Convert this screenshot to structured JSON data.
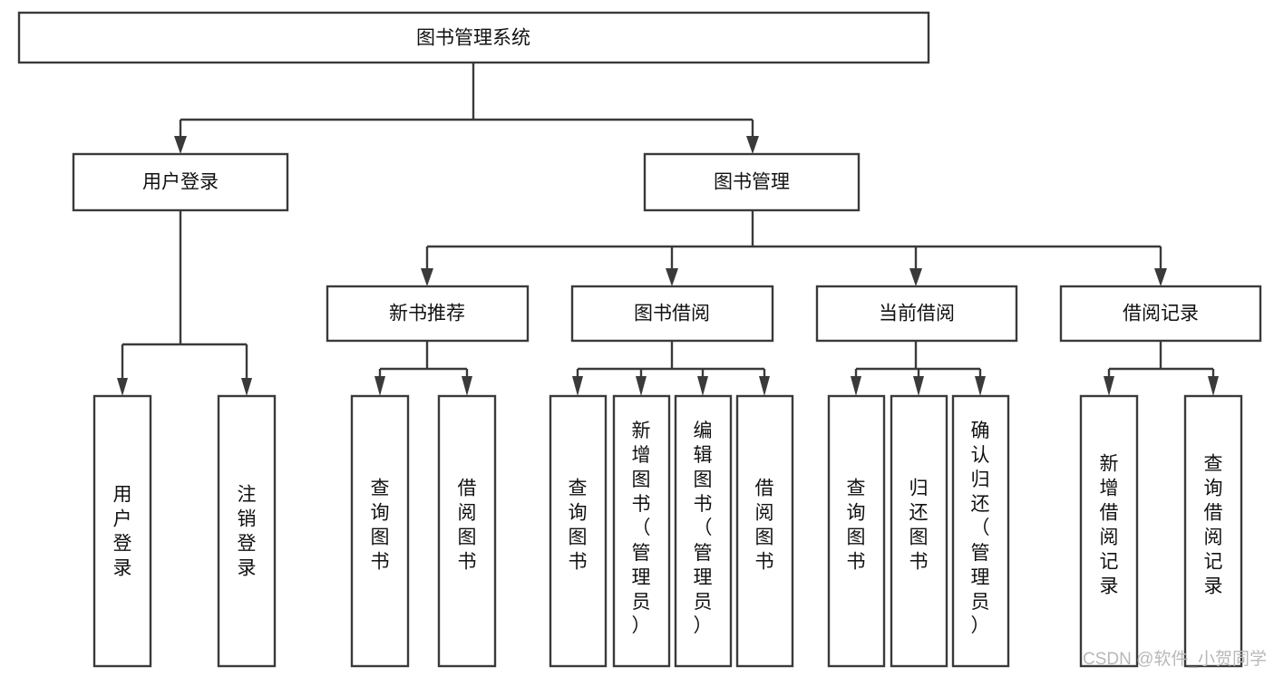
{
  "diagram": {
    "type": "tree-hierarchy-chart",
    "title": "图书管理系统",
    "orientation": "top-down",
    "colors": {
      "box_fill": "#ffffff",
      "box_stroke": "#3a3a3a",
      "text": "#111111",
      "background": "#ffffff",
      "watermark": "#b8b8b8"
    },
    "nodes": {
      "root": {
        "label": "图书管理系统",
        "level": 1,
        "text_orientation": "horizontal"
      },
      "l2": [
        {
          "id": "user-login",
          "label": "用户登录",
          "level": 2,
          "text_orientation": "horizontal"
        },
        {
          "id": "book-manage",
          "label": "图书管理",
          "level": 2,
          "text_orientation": "horizontal"
        }
      ],
      "l3": [
        {
          "id": "new-book-recommend",
          "label": "新书推荐",
          "level": 3,
          "text_orientation": "horizontal"
        },
        {
          "id": "book-borrow",
          "label": "图书借阅",
          "level": 3,
          "text_orientation": "horizontal"
        },
        {
          "id": "current-borrow",
          "label": "当前借阅",
          "level": 3,
          "text_orientation": "horizontal"
        },
        {
          "id": "borrow-record",
          "label": "借阅记录",
          "level": 3,
          "text_orientation": "horizontal"
        }
      ],
      "leaves": {
        "user-login": [
          {
            "id": "leaf-user-login",
            "label": "用户登录",
            "text_orientation": "vertical"
          },
          {
            "id": "leaf-logout",
            "label": "注销登录",
            "text_orientation": "vertical"
          }
        ],
        "new-book-recommend": [
          {
            "id": "leaf-query-book-1",
            "label": "查询图书",
            "text_orientation": "vertical"
          },
          {
            "id": "leaf-borrow-book-1",
            "label": "借阅图书",
            "text_orientation": "vertical"
          }
        ],
        "book-borrow": [
          {
            "id": "leaf-query-book-2",
            "label": "查询图书",
            "text_orientation": "vertical"
          },
          {
            "id": "leaf-add-book",
            "label": "新增图书（管理员）",
            "text_orientation": "vertical"
          },
          {
            "id": "leaf-edit-book",
            "label": "编辑图书（管理员）",
            "text_orientation": "vertical"
          },
          {
            "id": "leaf-borrow-book-2",
            "label": "借阅图书",
            "text_orientation": "vertical"
          }
        ],
        "current-borrow": [
          {
            "id": "leaf-query-book-3",
            "label": "查询图书",
            "text_orientation": "vertical"
          },
          {
            "id": "leaf-return-book",
            "label": "归还图书",
            "text_orientation": "vertical"
          },
          {
            "id": "leaf-confirm-return",
            "label": "确认归还（管理员）",
            "text_orientation": "vertical"
          }
        ],
        "borrow-record": [
          {
            "id": "leaf-add-record",
            "label": "新增借阅记录",
            "text_orientation": "vertical"
          },
          {
            "id": "leaf-query-record",
            "label": "查询借阅记录",
            "text_orientation": "vertical"
          }
        ]
      }
    }
  },
  "watermark": {
    "label": "CSDN @软件_小贺同学"
  }
}
